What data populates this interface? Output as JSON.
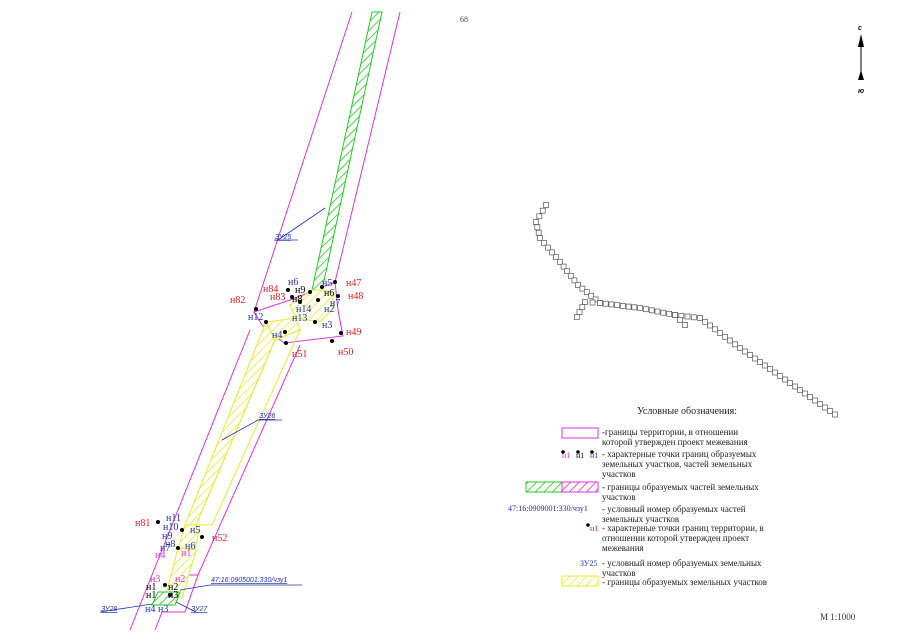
{
  "page_number": "68",
  "north_arrow": {
    "north": "с",
    "south": "ю"
  },
  "scale": "М 1:1000",
  "legend": {
    "title": "Условные обозначения:",
    "items": [
      {
        "symbol": "magenta-rect",
        "text": "-границы территории, в отношении которой утвержден проект межевания"
      },
      {
        "symbol": "points",
        "sample": "н1",
        "text": "- характерные точки границ образуемых земельных участков, частей земельных участков"
      },
      {
        "symbol": "hatch-parts",
        "text": "- границы образуемых частей земельных участков"
      },
      {
        "symbol": "cad-number",
        "sample": "47:16:0909001:330/чзу1",
        "text": "- условный номер образуемых частей земельных участков"
      },
      {
        "symbol": "red-point",
        "sample": "н1",
        "text": "- характерные точки границ территории, в отношении которой утвержден проект межевания"
      },
      {
        "symbol": "zu-label",
        "sample": "ЗУ25",
        "text": "- условный номер образуемых земельных участков"
      },
      {
        "symbol": "yellow-hatch",
        "text": "- границы образуемых земельных участков"
      }
    ]
  },
  "parcel_labels": {
    "zu25": "ЗУ25",
    "zu26": "ЗУ26",
    "zu28": "ЗУ28",
    "zu27": "ЗУ27",
    "cad": "47:16:0905001:330/чзу1"
  },
  "points": {
    "red": [
      "н47",
      "н48",
      "н49",
      "н50",
      "н51",
      "н82",
      "н83",
      "н84",
      "н81",
      "н52"
    ],
    "blue_top": [
      "н6",
      "н5",
      "н9",
      "н6",
      "н8",
      "н2",
      "н13",
      "н14",
      "н3",
      "н12",
      "н4",
      "н7"
    ],
    "blue_bottom": [
      "н11",
      "н10",
      "н5",
      "н9",
      "н8",
      "н7",
      "н6",
      "н1",
      "н2",
      "н3",
      "н4",
      "н3",
      "н1"
    ],
    "magenta": [
      "н3",
      "н2",
      "н4",
      "н1"
    ]
  }
}
